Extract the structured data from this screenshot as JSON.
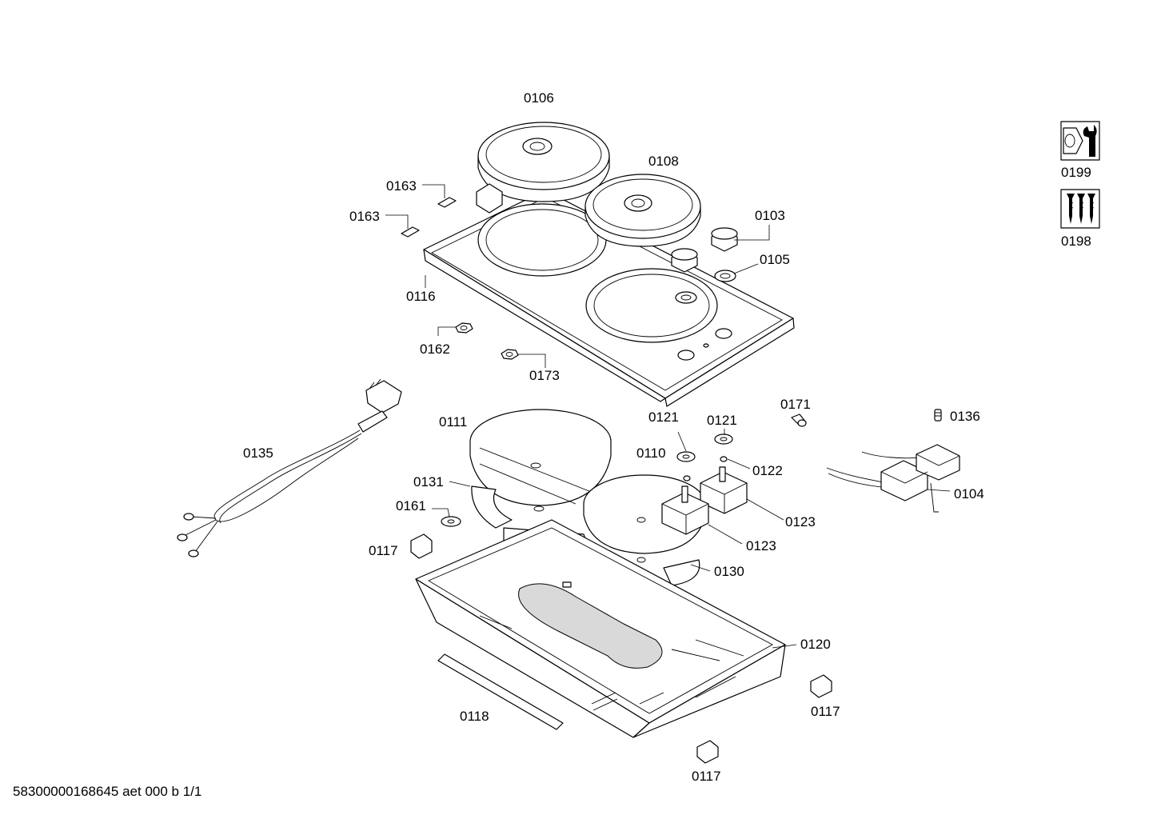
{
  "labels": {
    "p0106": "0106",
    "p0108": "0108",
    "p0163a": "0163",
    "p0163b": "0163",
    "p0103": "0103",
    "p0105": "0105",
    "p0116": "0116",
    "p0162": "0162",
    "p0173": "0173",
    "p0135": "0135",
    "p0111": "0111",
    "p0121a": "0121",
    "p0121b": "0121",
    "p0171": "0171",
    "p0136": "0136",
    "p0110": "0110",
    "p0122": "0122",
    "p0131": "0131",
    "p0161": "0161",
    "p0123a": "0123",
    "p0123b": "0123",
    "p0104": "0104",
    "p0117a": "0117",
    "p0130": "0130",
    "p0120": "0120",
    "p0117b": "0117",
    "p0118": "0118",
    "p0117c": "0117",
    "p0199": "0199",
    "p0198": "0198"
  },
  "icons": {
    "service_tool": "wrench-nut-icon",
    "screws": "screws-icon"
  },
  "footer": "58300000168645 aet 000 b 1/1"
}
